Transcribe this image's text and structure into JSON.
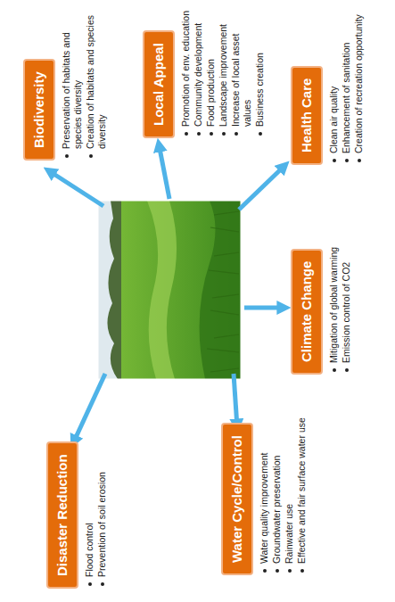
{
  "diagram": {
    "nodes": [
      {
        "text": [
          "Disaster Reduction",
          "Flood control",
          "Prevention of soil erosion"
        ]
      },
      {
        "text": [
          "Biodiversity",
          "Preservation of habitats and species diversity",
          "Creation of habitats and species diversity"
        ]
      },
      {
        "text": [
          "Local Appeal",
          "Promotion of env. education",
          "Community development",
          "Food production",
          "Landscape improvement",
          "Increase of local asset values",
          "Business creation"
        ]
      },
      {
        "text": [
          "Water Cycle/Control",
          "Water quality improvement",
          "Groundwater preservation",
          "Rainwater use",
          "Effective and fair surface water use"
        ]
      },
      {
        "text": [
          "Climate Change",
          "Mitigation of global warming",
          "Emission control of CO2"
        ]
      },
      {
        "text": [
          "Health Care",
          "Clean air quality",
          "Enhancement of sanitation",
          "Creation of recreation opportunity"
        ]
      }
    ]
  }
}
